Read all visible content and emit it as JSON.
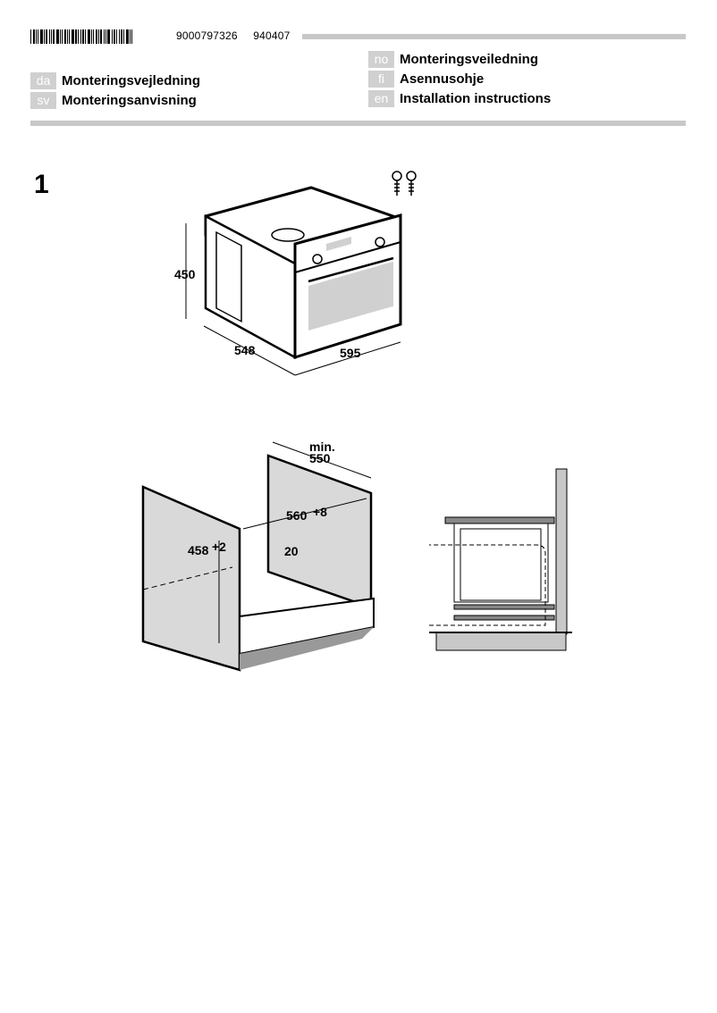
{
  "header": {
    "barcode_icon": "barcode",
    "article_number": "9000797326",
    "date_code": "940407"
  },
  "languages": {
    "left": [
      {
        "code": "da",
        "title": "Monteringsvejledning"
      },
      {
        "code": "sv",
        "title": "Monteringsanvisning"
      }
    ],
    "right": [
      {
        "code": "no",
        "title": "Monteringsveiledning"
      },
      {
        "code": "fi",
        "title": "Asennusohje"
      },
      {
        "code": "en",
        "title": "Installation instructions"
      }
    ]
  },
  "step": {
    "number": "1",
    "screws_icon": "screws-icon"
  },
  "appliance_dimensions": {
    "height": "450",
    "depth": "548",
    "width": "595"
  },
  "cabinet_dimensions": {
    "depth_label": "min.",
    "depth": "550",
    "width": "560",
    "width_tolerance": "+8",
    "height": "458",
    "height_tolerance": "+2",
    "gap": "20"
  },
  "colors": {
    "rule_gray": "#c8c8c8",
    "lang_badge": "#d0d0d0",
    "panel_gray": "#d9d9d9",
    "dark_gray": "#999999"
  }
}
